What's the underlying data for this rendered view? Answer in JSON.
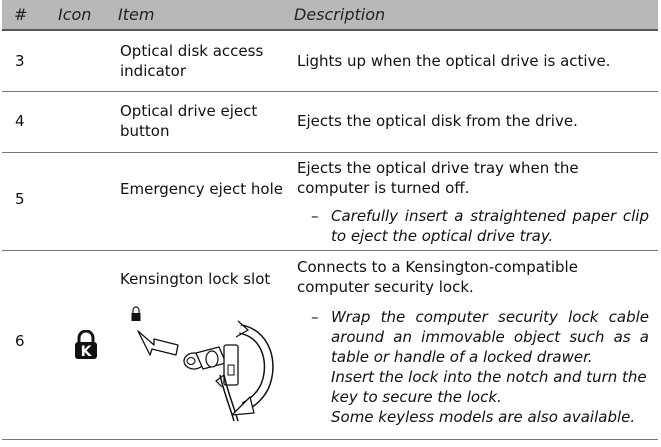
{
  "header": {
    "num": "#",
    "icon": "Icon",
    "item": "Item",
    "description": "Description"
  },
  "rows": [
    {
      "num": "3",
      "item": "Optical disk access indicator",
      "description": "Lights up when the optical drive is active."
    },
    {
      "num": "4",
      "item": "Optical drive eject button",
      "description": "Ejects the optical disk from the drive."
    },
    {
      "num": "5",
      "item": "Emergency eject hole",
      "description": "Ejects the optical drive tray when the computer is turned off.",
      "notes": [
        "Carefully insert a straightened paper clip to eject the optical drive tray."
      ]
    },
    {
      "num": "6",
      "item": "Kensington lock slot",
      "icon": "kensington-lock-icon",
      "description": "Connects to a Kensington-compatible computer security lock.",
      "notes": [
        "Wrap the computer security lock cable around an immovable object such as a table or handle of a locked drawer.",
        "Insert the lock into the notch and turn the key to secure the lock.",
        "Some keyless models are also available."
      ]
    }
  ]
}
